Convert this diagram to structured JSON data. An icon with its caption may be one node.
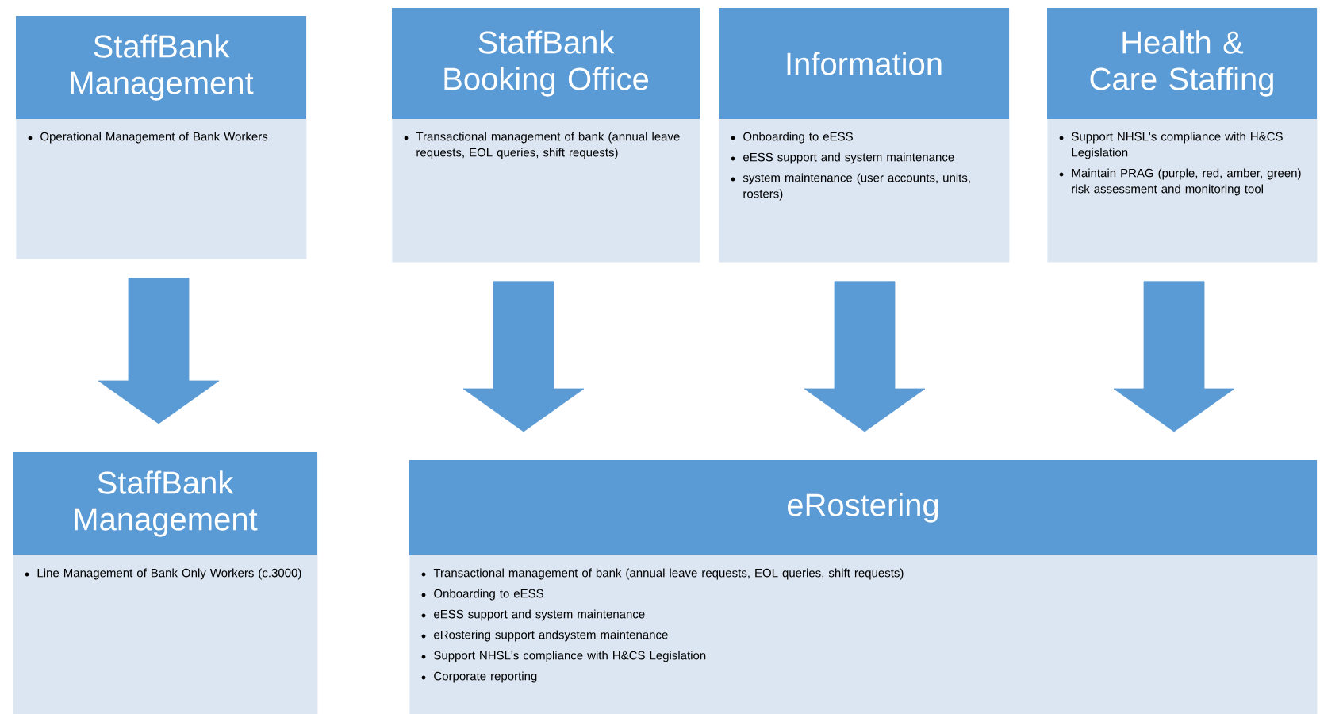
{
  "diagram": {
    "nodes": [
      {
        "text": [
          "StaffBank Management",
          "Operational Management of Bank Workers"
        ]
      },
      {
        "text": [
          "StaffBank Booking Office",
          "Transactional management of bank (annual leave requests, EOL queries, shift requests)"
        ]
      },
      {
        "text": [
          "Information",
          "Onboarding to eESS",
          "eESS support and system maintenance",
          "system maintenance (user accounts, units, rosters)"
        ]
      },
      {
        "text": [
          "Health & Care Staffing",
          "Support NHSL's compliance with H&CS Legislation",
          "Maintain PRAG (purple, red, amber, green) risk assessment and monitoring tool"
        ]
      },
      {
        "text": [
          "StaffBank Management",
          "Line Management of Bank Only Workers (c.3000)"
        ]
      },
      {
        "text": [
          "eRostering",
          "Transactional management of bank (annual leave requests, EOL queries, shift requests)",
          "Onboarding to eESS",
          "eESS support and system maintenance",
          "eRostering support andsystem maintenance",
          "Support NHSL's compliance with H&CS Legislation",
          "Corporate reporting"
        ]
      }
    ],
    "edges": [
      {
        "from": 0,
        "to": 4,
        "arrow": "to"
      },
      {
        "from": 1,
        "to": 5,
        "arrow": "to"
      },
      {
        "from": 2,
        "to": 5,
        "arrow": "to"
      },
      {
        "from": 3,
        "to": 5,
        "arrow": "to"
      }
    ]
  }
}
